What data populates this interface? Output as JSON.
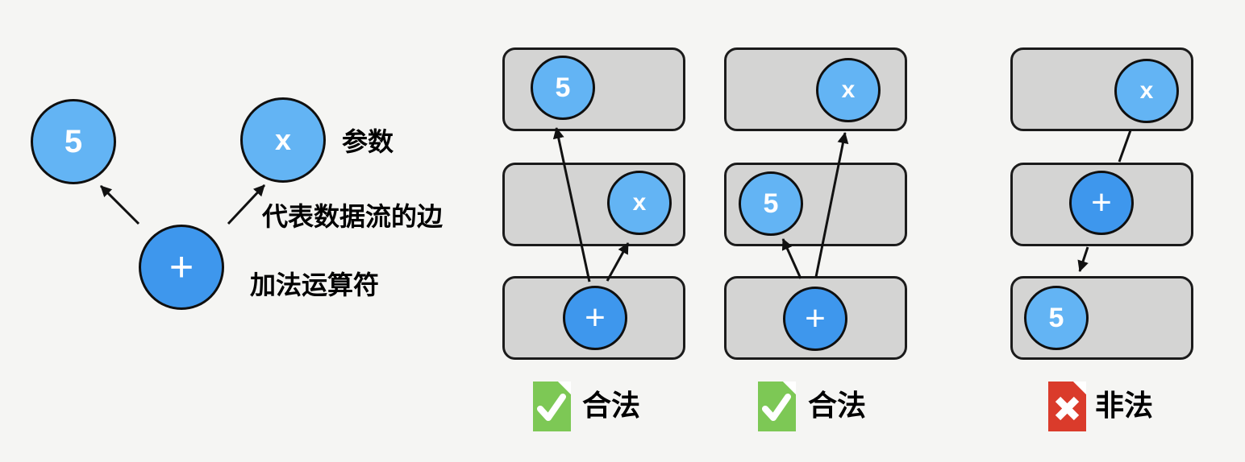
{
  "intro": {
    "nodes": {
      "five": {
        "label": "5"
      },
      "x": {
        "label": "x"
      },
      "plus": {
        "label": "+"
      }
    },
    "annotations": {
      "param": "参数",
      "edge": "代表数据流的边",
      "operator": "加法运算符"
    }
  },
  "examples": [
    {
      "boxes": {
        "top": {
          "node": "5"
        },
        "middle": {
          "node": "x"
        },
        "bottom": {
          "node": "+"
        }
      },
      "verdict": {
        "label": "合法",
        "status": "valid",
        "icon": "document-check-icon"
      }
    },
    {
      "boxes": {
        "top": {
          "node": "x"
        },
        "middle": {
          "node": "5"
        },
        "bottom": {
          "node": "+"
        }
      },
      "verdict": {
        "label": "合法",
        "status": "valid",
        "icon": "document-check-icon"
      }
    },
    {
      "boxes": {
        "top": {
          "node": "x"
        },
        "middle": {
          "node": "+"
        },
        "bottom": {
          "node": "5"
        }
      },
      "verdict": {
        "label": "非法",
        "status": "invalid",
        "icon": "document-x-icon"
      }
    }
  ],
  "colors": {
    "background": "#F5F5F3",
    "node_light_blue": "#63B4F4",
    "node_dark_blue": "#3E97ED",
    "box_fill": "#D4D4D3",
    "box_border": "#1B1B1B",
    "valid_green": "#7DC855",
    "invalid_red": "#DA3B2B",
    "arrow_black": "#111111"
  }
}
